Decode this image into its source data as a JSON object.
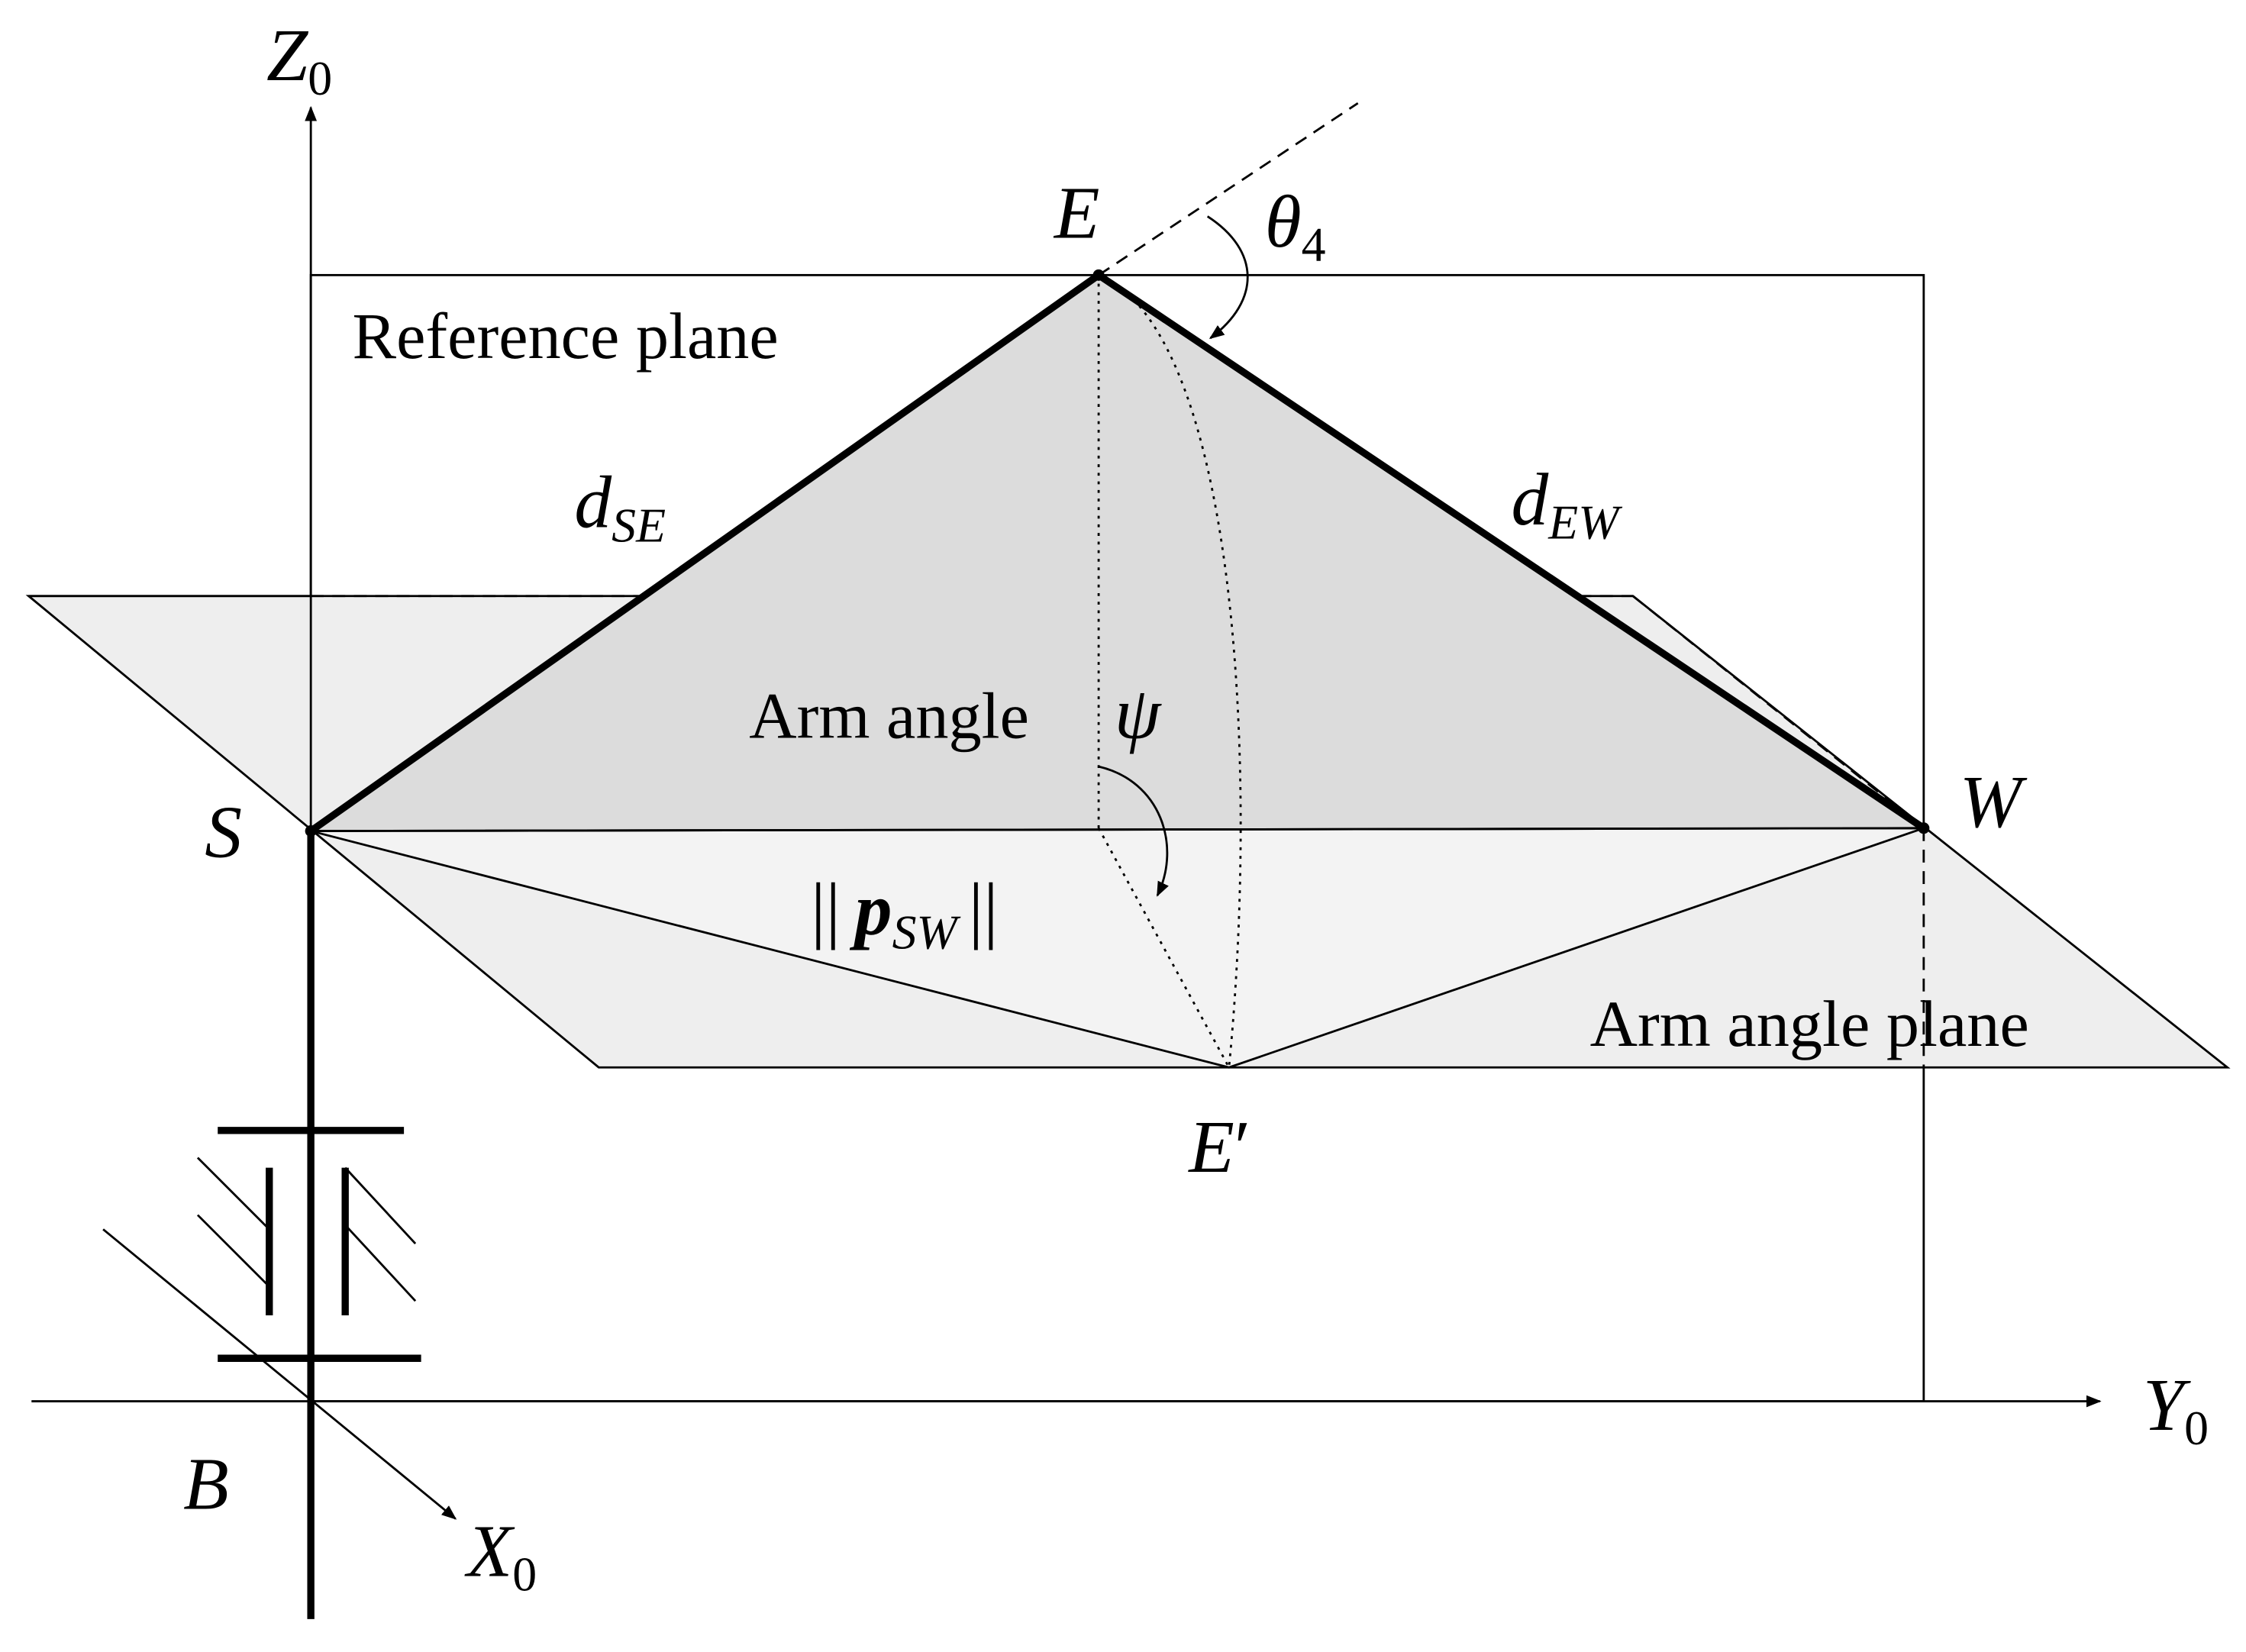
{
  "labels": {
    "z_axis": "Z",
    "z_axis_sub": "0",
    "y_axis": "Y",
    "y_axis_sub": "0",
    "x_axis": "X",
    "x_axis_sub": "0",
    "point_E": "E",
    "point_S": "S",
    "point_W": "W",
    "point_B": "B",
    "point_E_prime": "E",
    "prime": "′",
    "theta": "θ",
    "theta_sub": "4",
    "d_se": "d",
    "d_se_sub": "SE",
    "d_ew": "d",
    "d_ew_sub": "EW",
    "psi": "ψ",
    "norm_left": "||",
    "p": "p",
    "p_sub": "SW",
    "norm_right": "||"
  },
  "text": {
    "reference_plane": "Reference plane",
    "arm_angle": "Arm angle",
    "arm_angle_plane": "Arm angle plane"
  },
  "colors": {
    "plane_fill": "#eeeeee",
    "triangle_fill": "#dcdcdc",
    "line": "#000000"
  }
}
